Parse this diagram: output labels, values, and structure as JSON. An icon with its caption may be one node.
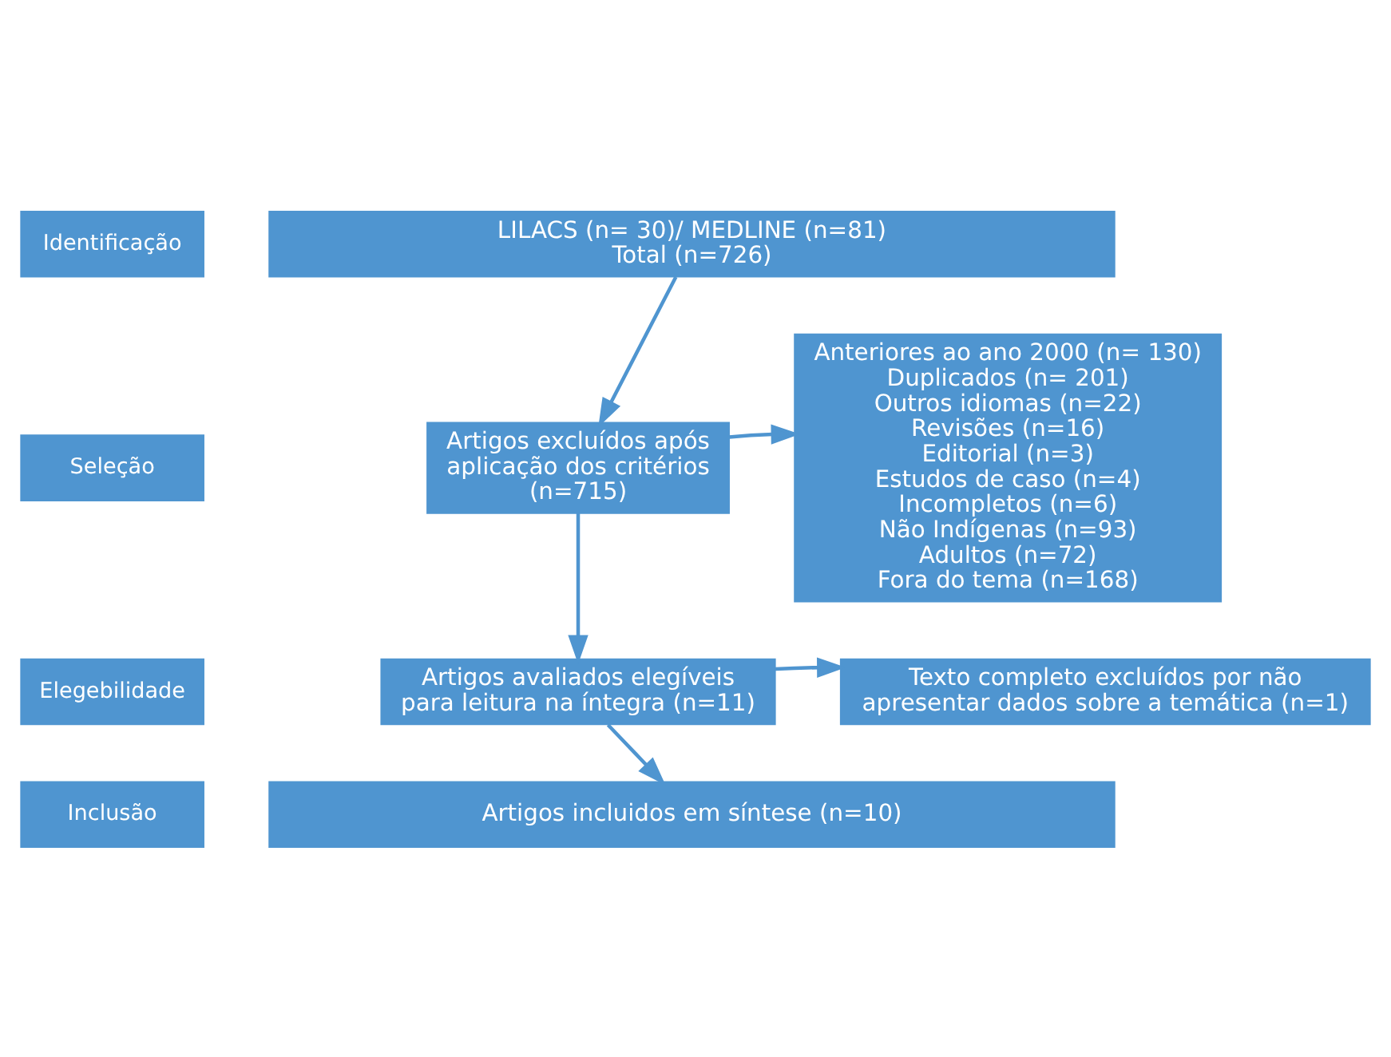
{
  "diagram": {
    "nodes": [
      {
        "text": [
          "Identificação"
        ]
      },
      {
        "text": [
          "LILACS (n= 30)/ MEDLINE (n=81)",
          "Total (n=726)"
        ]
      },
      {
        "text": [
          "Seleção"
        ]
      },
      {
        "text": [
          "Artigos excluídos após aplicação dos critérios (n=715)"
        ]
      },
      {
        "text": [
          "Anteriores ao ano 2000 (n= 130)",
          "Duplicados (n= 201)",
          "Outros idiomas (n=22)",
          "Revisões (n=16)",
          "Editorial (n=3)",
          "Estudos de caso (n=4)",
          "Incompletos (n=6)",
          "Não Indígenas (n=93)",
          "Adultos (n=72)",
          "Fora do tema (n=168)"
        ]
      },
      {
        "text": [
          "Elegebilidade"
        ]
      },
      {
        "text": [
          "Artigos avaliados elegíveis para leitura na íntegra (n=11)"
        ]
      },
      {
        "text": [
          "Texto completo excluídos por não apresentar dados sobre a temática (n=1)"
        ]
      },
      {
        "text": [
          "Inclusão"
        ]
      },
      {
        "text": [
          "Artigos incluidos em síntese (n=10)"
        ]
      }
    ],
    "edges": [
      {
        "from": 1,
        "to": 3,
        "arrow": "to"
      },
      {
        "from": 3,
        "to": 4,
        "arrow": "to"
      },
      {
        "from": 3,
        "to": 6,
        "arrow": "to"
      },
      {
        "from": 6,
        "to": 7,
        "arrow": "to"
      },
      {
        "from": 6,
        "to": 9,
        "arrow": "to"
      }
    ]
  }
}
